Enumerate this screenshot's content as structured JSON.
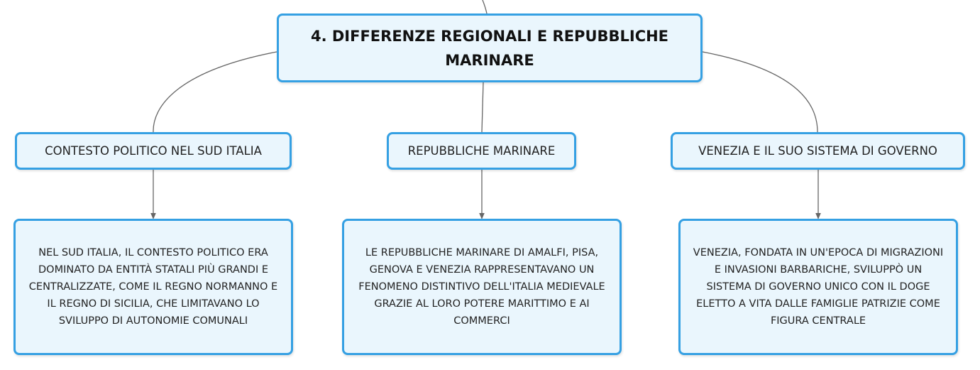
{
  "root": {
    "title": "4. DIFFERENZE REGIONALI E REPUBBLICHE MARINARE"
  },
  "topics": [
    {
      "label": "CONTESTO POLITICO NEL SUD ITALIA",
      "detail": "NEL SUD ITALIA, IL CONTESTO POLITICO ERA DOMINATO DA ENTITÀ STATALI PIÙ GRANDI E CENTRALIZZATE, COME IL REGNO NORMANNO E IL REGNO DI SICILIA, CHE LIMITAVANO LO SVILUPPO DI AUTONOMIE COMUNALI"
    },
    {
      "label": "REPUBBLICHE MARINARE",
      "detail": "LE REPUBBLICHE MARINARE DI AMALFI, PISA, GENOVA E VENEZIA RAPPRESENTAVANO UN FENOMENO DISTINTIVO DELL'ITALIA MEDIEVALE GRAZIE AL LORO POTERE MARITTIMO E AI COMMERCI"
    },
    {
      "label": "VENEZIA E IL SUO SISTEMA DI GOVERNO",
      "detail": "VENEZIA, FONDATA IN UN'EPOCA DI MIGRAZIONI E INVASIONI BARBARICHE, SVILUPPÒ UN SISTEMA DI GOVERNO UNICO CON IL DOGE ELETTO A VITA DALLE FAMIGLIE PATRIZIE COME FIGURA CENTRALE"
    }
  ],
  "colors": {
    "node_border": "#35a0e3",
    "node_fill": "#eaf6fd",
    "connector": "#666666"
  }
}
